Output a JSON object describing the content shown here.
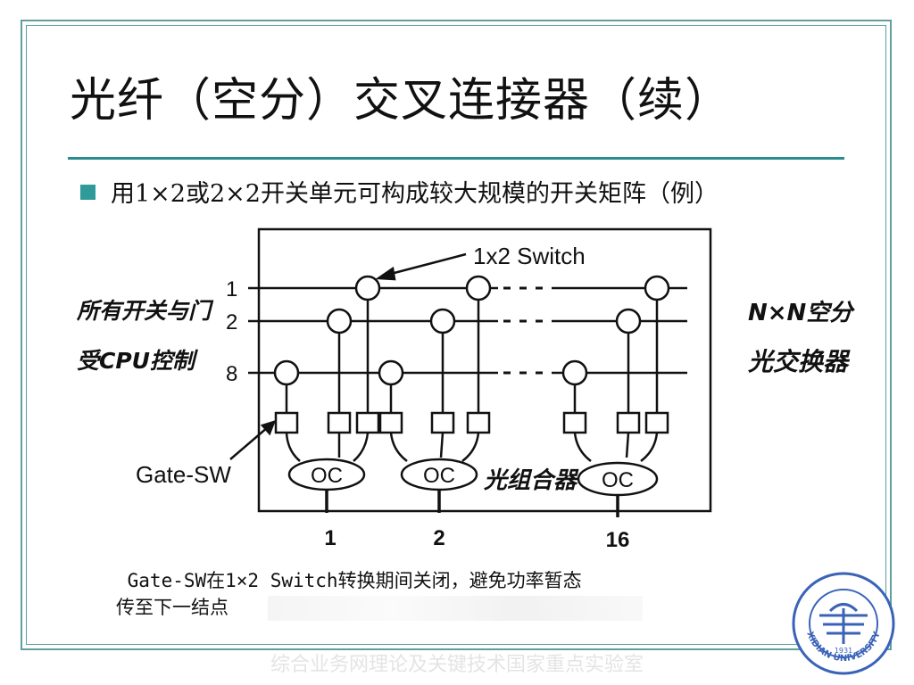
{
  "slide": {
    "title": "光纤（空分）交叉连接器（续）",
    "bullet": "用1×2或2×2开关单元可构成较大规模的开关矩阵（例）",
    "note_line1": " Gate-SW在1×2 Switch转换期间关闭，避免功率暂态",
    "note_line2": "传至下一结点",
    "footer": "综合业务网理论及关键技术国家重点实验室"
  },
  "diagram": {
    "switch_label": "1x2 Switch",
    "gate_label": "Gate-SW",
    "input_labels": [
      "1",
      "2",
      "8"
    ],
    "combiner_label": "OC",
    "output_labels": [
      "1",
      "2",
      "16"
    ],
    "handwritten_left_line1": "所有开关与门",
    "handwritten_left_line2": "受CPU控制",
    "handwritten_right_line1": "N×N空分",
    "handwritten_right_line2": "光交换器",
    "handwritten_combiner": "光组合器"
  },
  "logo": {
    "text": "XIDIAN UNIVERSITY",
    "year": "1931",
    "color": "#3a63b8"
  }
}
